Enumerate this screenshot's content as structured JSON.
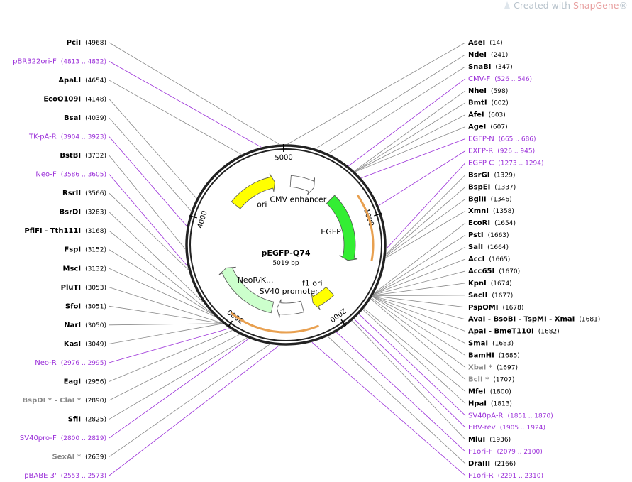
{
  "watermark": {
    "prefix": "Created with ",
    "brand": "SnapGene",
    "suffix": "®"
  },
  "plasmid": {
    "name": "pEGFP-Q74",
    "length_label": "5019 bp",
    "length": 5019
  },
  "ticks": [
    "1000",
    "2000",
    "3000",
    "4000",
    "5000"
  ],
  "features": [
    {
      "label": "CMV enhancer",
      "start": 60,
      "end": 364,
      "color": "#ffffff",
      "type": "arrow"
    },
    {
      "label": "EGFP",
      "start": 620,
      "end": 1450,
      "color": "#33ee33",
      "type": "arrow"
    },
    {
      "label": "f1 ori",
      "start": 1900,
      "end": 2160,
      "color": "#ffff00",
      "type": "arrow"
    },
    {
      "label": "SV40 promoter",
      "start": 2300,
      "end": 2620,
      "color": "#ffffff",
      "type": "arrow"
    },
    {
      "label": "NeoR/K...",
      "start": 2680,
      "end": 3470,
      "color": "#ccffcc",
      "type": "arrow"
    },
    {
      "label": "ori",
      "start": 4300,
      "end": 4880,
      "color": "#ffff00",
      "type": "arrow"
    }
  ],
  "enzymes": [
    {
      "name": "AseI",
      "pos": "(14)",
      "site": 14,
      "grey": false
    },
    {
      "name": "NdeI",
      "pos": "(241)",
      "site": 241,
      "grey": false
    },
    {
      "name": "SnaBI",
      "pos": "(347)",
      "site": 347,
      "grey": false
    },
    {
      "name": "NheI",
      "pos": "(598)",
      "site": 598,
      "grey": false
    },
    {
      "name": "BmtI",
      "pos": "(602)",
      "site": 602,
      "grey": false
    },
    {
      "name": "AfeI",
      "pos": "(603)",
      "site": 603,
      "grey": false
    },
    {
      "name": "AgeI",
      "pos": "(607)",
      "site": 607,
      "grey": false
    },
    {
      "name": "BsrGI",
      "pos": "(1329)",
      "site": 1329,
      "grey": false
    },
    {
      "name": "BspEI",
      "pos": "(1337)",
      "site": 1337,
      "grey": false
    },
    {
      "name": "BglII",
      "pos": "(1346)",
      "site": 1346,
      "grey": false
    },
    {
      "name": "XmnI",
      "pos": "(1358)",
      "site": 1358,
      "grey": false
    },
    {
      "name": "EcoRI",
      "pos": "(1654)",
      "site": 1654,
      "grey": false
    },
    {
      "name": "PstI",
      "pos": "(1663)",
      "site": 1663,
      "grey": false
    },
    {
      "name": "SalI",
      "pos": "(1664)",
      "site": 1664,
      "grey": false
    },
    {
      "name": "AccI",
      "pos": "(1665)",
      "site": 1665,
      "grey": false
    },
    {
      "name": "Acc65I",
      "pos": "(1670)",
      "site": 1670,
      "grey": false
    },
    {
      "name": "KpnI",
      "pos": "(1674)",
      "site": 1674,
      "grey": false
    },
    {
      "name": "SacII",
      "pos": "(1677)",
      "site": 1677,
      "grey": false
    },
    {
      "name": "PspOMI",
      "pos": "(1678)",
      "site": 1678,
      "grey": false
    },
    {
      "name": "AvaI  -  BsoBI  -  TspMI  -  XmaI",
      "pos": "(1681)",
      "site": 1681,
      "grey": false
    },
    {
      "name": "ApaI  -  BmeT110I",
      "pos": "(1682)",
      "site": 1682,
      "grey": false
    },
    {
      "name": "SmaI",
      "pos": "(1683)",
      "site": 1683,
      "grey": false
    },
    {
      "name": "BamHI",
      "pos": "(1685)",
      "site": 1685,
      "grey": false
    },
    {
      "name": "XbaI *",
      "pos": "(1697)",
      "site": 1697,
      "grey": true
    },
    {
      "name": "BclI *",
      "pos": "(1707)",
      "site": 1707,
      "grey": true
    },
    {
      "name": "MfeI",
      "pos": "(1800)",
      "site": 1800,
      "grey": false
    },
    {
      "name": "HpaI",
      "pos": "(1813)",
      "site": 1813,
      "grey": false
    },
    {
      "name": "MluI",
      "pos": "(1936)",
      "site": 1936,
      "grey": false
    },
    {
      "name": "DraIII",
      "pos": "(2166)",
      "site": 2166,
      "grey": false
    },
    {
      "name": "SexAI *",
      "pos": "(2639)",
      "site": 2639,
      "grey": true
    },
    {
      "name": "SfiI",
      "pos": "(2825)",
      "site": 2825,
      "grey": false
    },
    {
      "name": "BspDI *  -  ClaI *",
      "pos": "(2890)",
      "site": 2890,
      "grey": true
    },
    {
      "name": "EagI",
      "pos": "(2956)",
      "site": 2956,
      "grey": false
    },
    {
      "name": "KasI",
      "pos": "(3049)",
      "site": 3049,
      "grey": false
    },
    {
      "name": "NarI",
      "pos": "(3050)",
      "site": 3050,
      "grey": false
    },
    {
      "name": "SfoI",
      "pos": "(3051)",
      "site": 3051,
      "grey": false
    },
    {
      "name": "PluTI",
      "pos": "(3053)",
      "site": 3053,
      "grey": false
    },
    {
      "name": "MscI",
      "pos": "(3132)",
      "site": 3132,
      "grey": false
    },
    {
      "name": "FspI",
      "pos": "(3152)",
      "site": 3152,
      "grey": false
    },
    {
      "name": "PflFI  -  Tth111I",
      "pos": "(3168)",
      "site": 3168,
      "grey": false
    },
    {
      "name": "BsrDI",
      "pos": "(3283)",
      "site": 3283,
      "grey": false
    },
    {
      "name": "RsrII",
      "pos": "(3566)",
      "site": 3566,
      "grey": false
    },
    {
      "name": "BstBI",
      "pos": "(3732)",
      "site": 3732,
      "grey": false
    },
    {
      "name": "BsaI",
      "pos": "(4039)",
      "site": 4039,
      "grey": false
    },
    {
      "name": "EcoO109I",
      "pos": "(4148)",
      "site": 4148,
      "grey": false
    },
    {
      "name": "ApaLI",
      "pos": "(4654)",
      "site": 4654,
      "grey": false
    },
    {
      "name": "PciI",
      "pos": "(4968)",
      "site": 4968,
      "grey": false
    }
  ],
  "primers": [
    {
      "name": "pBR322ori-F",
      "pos": "(4813 .. 4832)",
      "site": 4822
    },
    {
      "name": "CMV-F",
      "pos": "(526 .. 546)",
      "site": 536
    },
    {
      "name": "EGFP-N",
      "pos": "(665 .. 686)",
      "site": 675
    },
    {
      "name": "EXFP-R",
      "pos": "(926 .. 945)",
      "site": 935
    },
    {
      "name": "EGFP-C",
      "pos": "(1273 .. 1294)",
      "site": 1283
    },
    {
      "name": "TK-pA-R",
      "pos": "(3904 .. 3923)",
      "site": 3913
    },
    {
      "name": "Neo-F",
      "pos": "(3586 .. 3605)",
      "site": 3595
    },
    {
      "name": "SV40pA-R",
      "pos": "(1851 .. 1870)",
      "site": 1860
    },
    {
      "name": "EBV-rev",
      "pos": "(1905 .. 1924)",
      "site": 1914
    },
    {
      "name": "F1ori-F",
      "pos": "(2079 .. 2100)",
      "site": 2090
    },
    {
      "name": "F1ori-R",
      "pos": "(2291 .. 2310)",
      "site": 2300
    },
    {
      "name": "pBABE 3'",
      "pos": "(2553 .. 2573)",
      "site": 2563
    },
    {
      "name": "SV40pro-F",
      "pos": "(2800 .. 2819)",
      "site": 2810
    },
    {
      "name": "Neo-R",
      "pos": "(2976 .. 2995)",
      "site": 2985
    }
  ]
}
